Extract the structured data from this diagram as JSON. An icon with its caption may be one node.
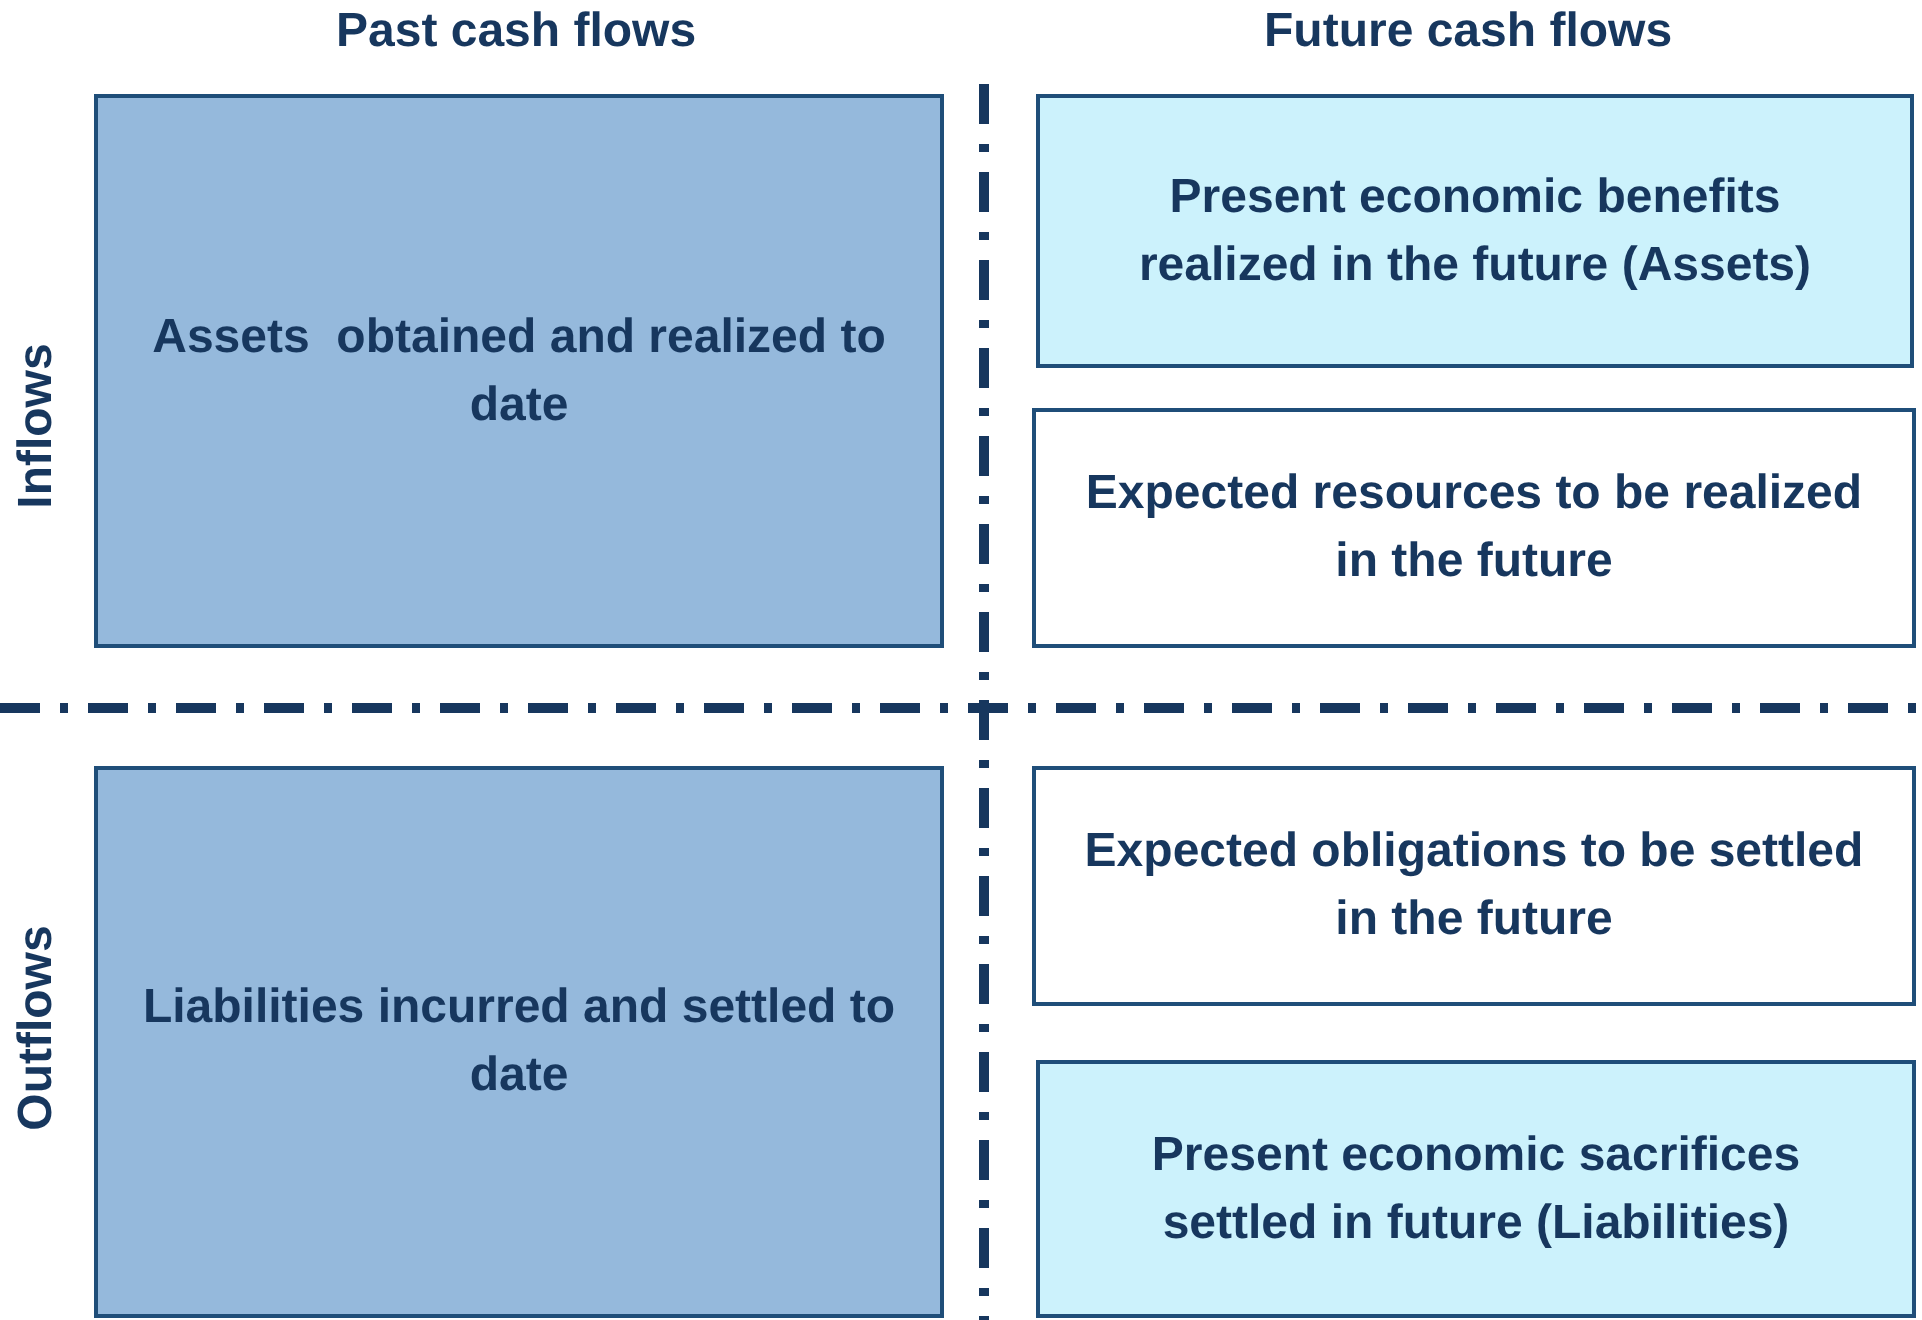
{
  "diagram": {
    "nodes": [
      {
        "text": [
          "Assets  obtained and realized to date"
        ]
      },
      {
        "text": [
          "Present economic benefits realized in the future (Assets)"
        ]
      },
      {
        "text": [
          "Expected resources to be realized in the future"
        ]
      },
      {
        "text": [
          "Liabilities incurred and settled to date"
        ]
      },
      {
        "text": [
          "Expected obligations to be settled in the future"
        ]
      },
      {
        "text": [
          "Present economic sacrifices settled in future (Liabilities)"
        ]
      }
    ],
    "labels": [
      "Past cash flows",
      "Future cash flows",
      "Inflows",
      "Outflows"
    ]
  }
}
